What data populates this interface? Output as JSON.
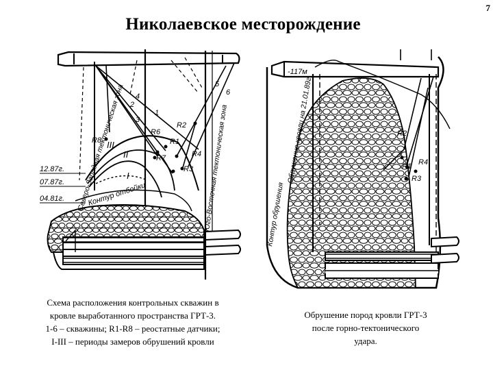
{
  "page_number": "7",
  "title": "Николаевское месторождение",
  "left_figure": {
    "labels": {
      "nw_zone": "Северо-Западная тектоническая зона",
      "se_zone": "Юго-Восточная тектоническая зона",
      "contour": "Контур отбойки",
      "date1": "12.87г.",
      "date2": "07.87г.",
      "date3": "04.81г.",
      "wells": [
        "1",
        "2",
        "3",
        "4",
        "5",
        "6"
      ],
      "sensors": [
        "R1",
        "R2",
        "R3",
        "R4",
        "R6",
        "R7",
        "R8"
      ],
      "periods": [
        "I",
        "II",
        "III"
      ]
    },
    "caption": [
      "Схема расположения контрольных скважин в",
      "кровле выработанного пространства ГРТ-3.",
      "1-6 – скважины; R1-R8 – реостатные датчики;",
      "I-III – периоды замеров обрушений кровли"
    ]
  },
  "right_figure": {
    "labels": {
      "level": "-117м",
      "collapse_date": "Обрушение кровли на 21.01.89г.",
      "contour": "Контур обрушения",
      "sensors": [
        "R1",
        "R2",
        "R3",
        "R4"
      ]
    },
    "caption": [
      "Обрушение пород кровли ГРТ-3",
      "после горно-тектонического",
      "удара."
    ]
  }
}
